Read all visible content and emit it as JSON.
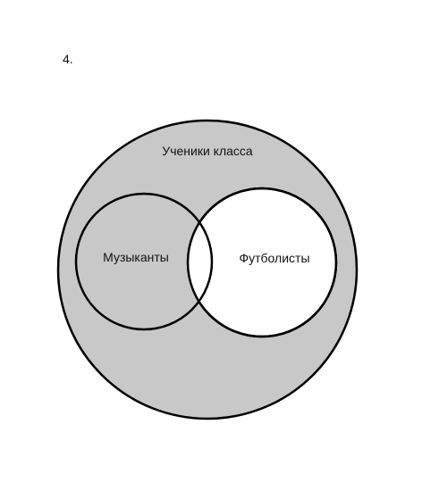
{
  "task_number": "4.",
  "diagram": {
    "outer_label": "Ученики класса",
    "left_label": "Музыканты",
    "right_label": "Футболисты",
    "shaded_color": "#c8c8c8",
    "unshaded_color": "#ffffff",
    "stroke_color": "#000000"
  }
}
